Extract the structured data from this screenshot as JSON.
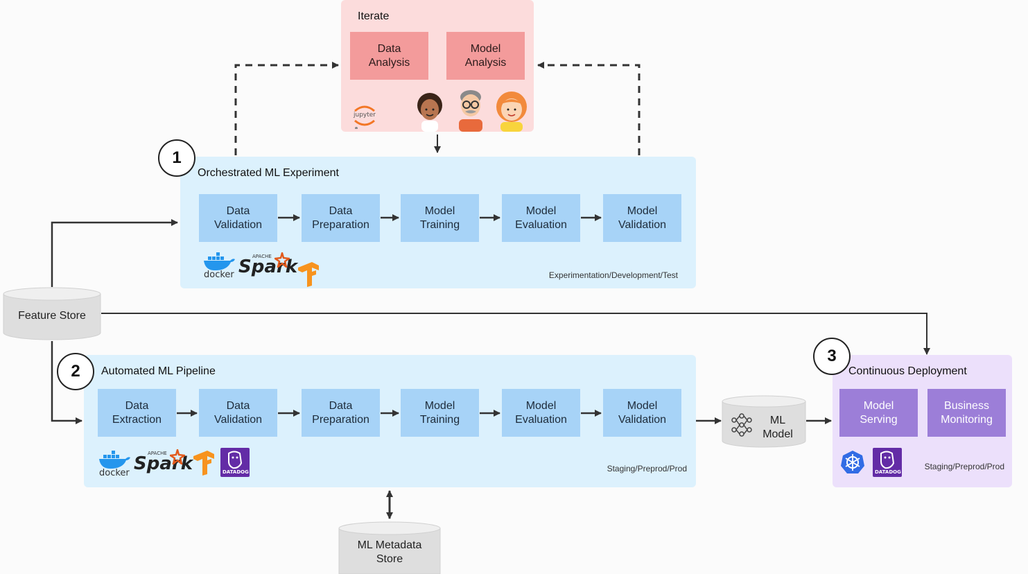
{
  "iterate": {
    "title": "Iterate",
    "steps": [
      "Data\nAnalysis",
      "Model\nAnalysis"
    ],
    "tool": "jupyter"
  },
  "experiment": {
    "number": "1",
    "title": "Orchestrated ML Experiment",
    "steps": [
      "Data\nValidation",
      "Data\nPreparation",
      "Model\nTraining",
      "Model\nEvaluation",
      "Model\nValidation"
    ],
    "env": "Experimentation/Development/Test",
    "tools": {
      "docker": "docker",
      "spark_super": "APACHE",
      "spark": "Spark"
    }
  },
  "feature_store": {
    "label": "Feature Store"
  },
  "pipeline": {
    "number": "2",
    "title": "Automated ML Pipeline",
    "steps": [
      "Data\nExtraction",
      "Data\nValidation",
      "Data\nPreparation",
      "Model\nTraining",
      "Model\nEvaluation",
      "Model\nValidation"
    ],
    "env": "Staging/Preprod/Prod",
    "tools": {
      "docker": "docker",
      "spark_super": "APACHE",
      "spark": "Spark",
      "datadog": "DATADOG"
    }
  },
  "ml_model": {
    "label": "ML\nModel"
  },
  "deployment": {
    "number": "3",
    "title": "Continuous Deployment",
    "steps": [
      "Model\nServing",
      "Business\nMonitoring"
    ],
    "env": "Staging/Preprod/Prod",
    "tools": {
      "datadog": "DATADOG"
    }
  },
  "metadata_store": {
    "label": "ML Metadata\nStore"
  },
  "colors": {
    "iterate_bg": "#fcdcdc",
    "iterate_step": "#f39b9b",
    "experiment_bg": "#dcf1fd",
    "step_blue": "#a7d3f7",
    "deploy_bg": "#ece0fb",
    "step_purple": "#9c7ed8",
    "cylinder": "#dedede"
  }
}
